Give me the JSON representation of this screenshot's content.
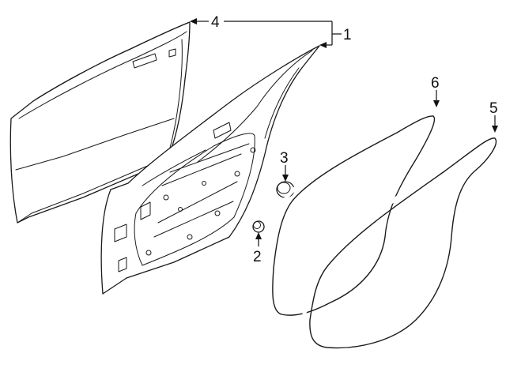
{
  "callouts": [
    {
      "id": "1",
      "label": "1",
      "part": "front-door-shell"
    },
    {
      "id": "2",
      "label": "2",
      "part": "plug-small"
    },
    {
      "id": "3",
      "label": "3",
      "part": "plug-large"
    },
    {
      "id": "4",
      "label": "4",
      "part": "outer-door-panel"
    },
    {
      "id": "5",
      "label": "5",
      "part": "body-side-weatherstrip"
    },
    {
      "id": "6",
      "label": "6",
      "part": "door-weatherstrip"
    }
  ],
  "colors": {
    "line": "#1a1a1a",
    "background": "#ffffff"
  }
}
